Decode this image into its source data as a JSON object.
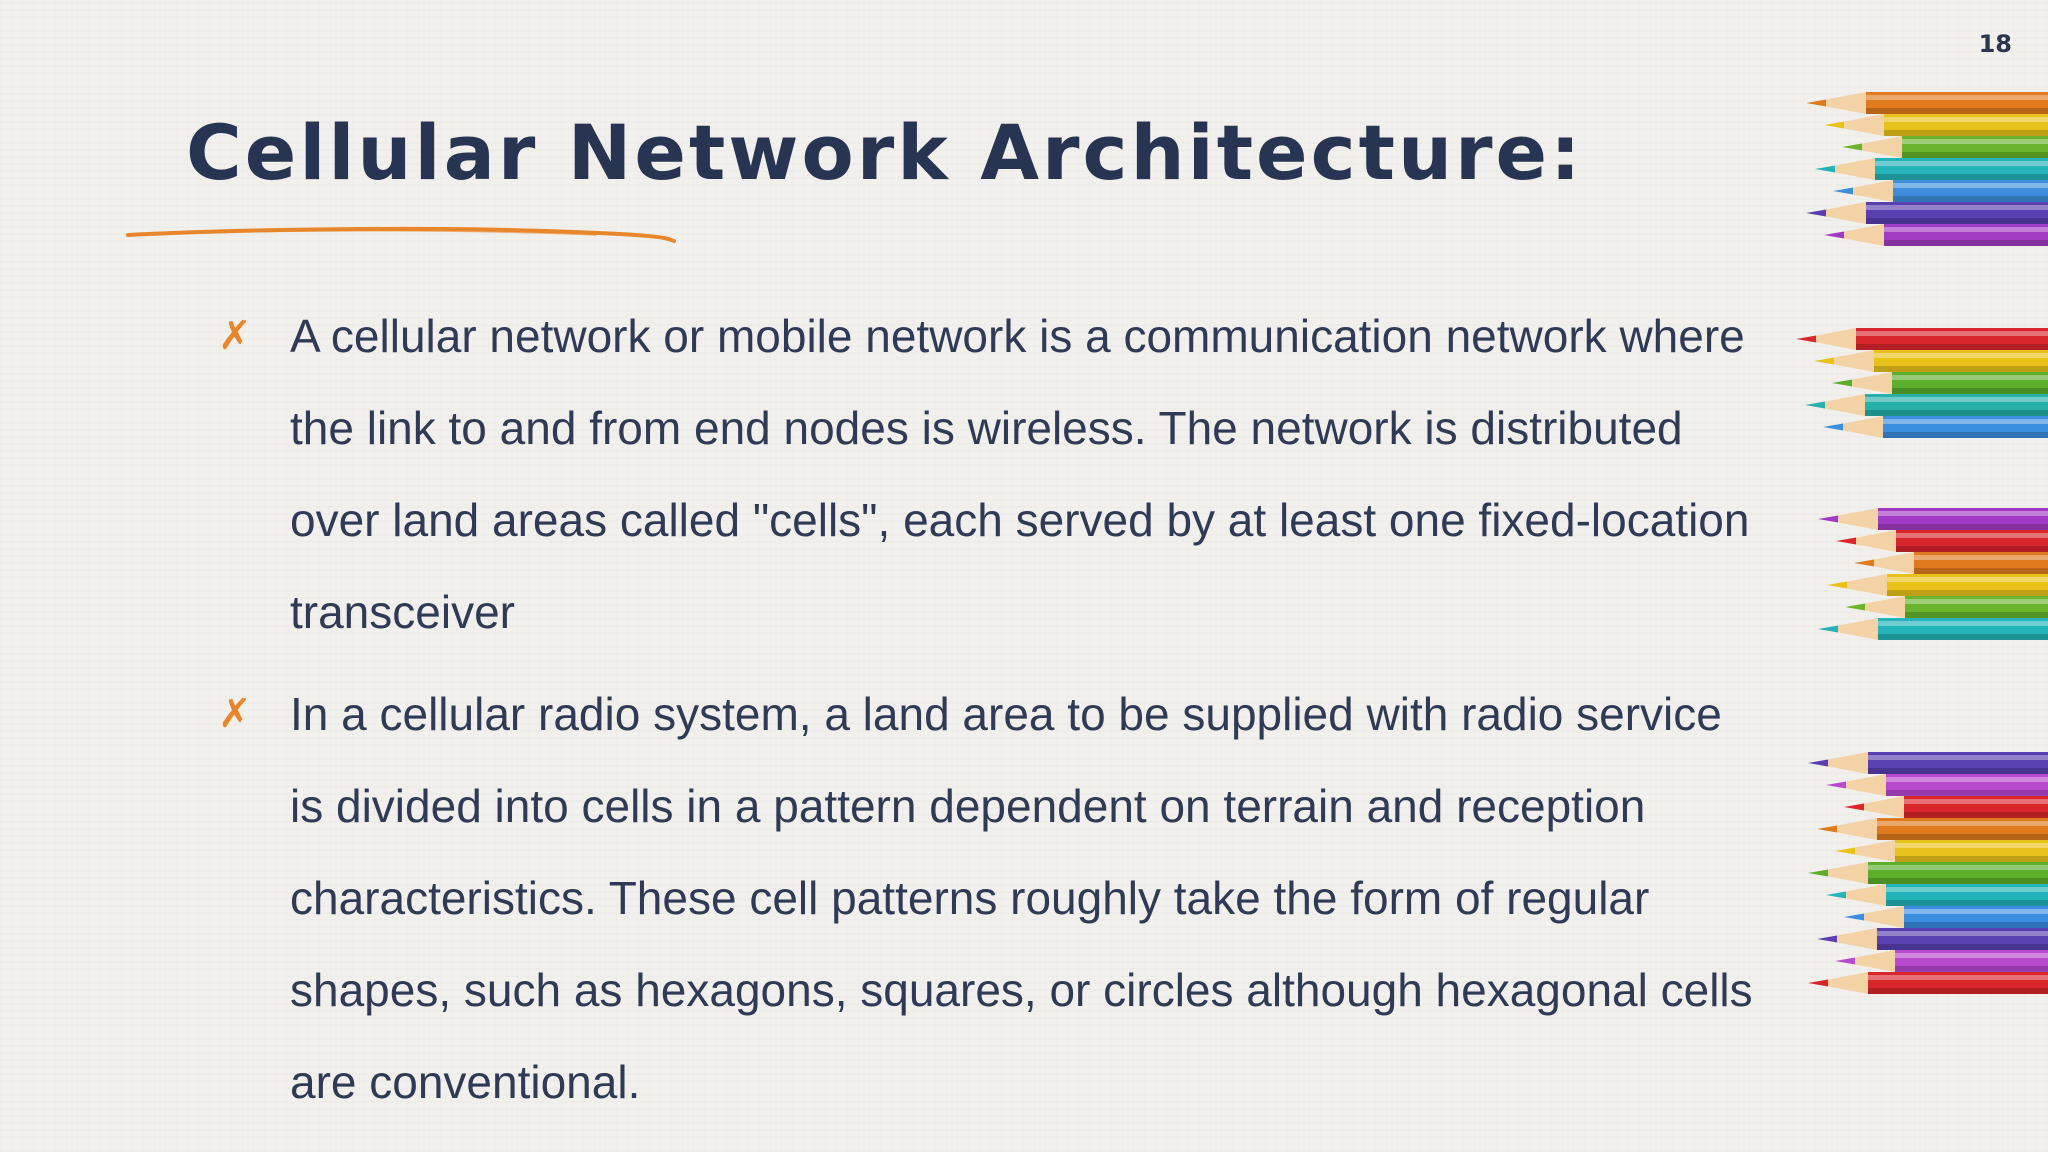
{
  "slide": {
    "page_number": "18",
    "title": "Cellular Network Architecture:",
    "bullet_marker": "✗",
    "bullets": [
      "A cellular network or mobile network is a communication network where the link to and from end nodes is wireless. The network is distributed over land areas called \"cells\", each served by at least one fixed-location transceiver",
      "In a cellular radio system, a land area to be supplied with radio service is divided into cells in a pattern dependent on terrain and reception characteristics. These cell patterns roughly take the form of regular shapes, such as hexagons, squares, or circles although hexagonal cells are conventional."
    ]
  },
  "colors": {
    "title": "#273552",
    "text": "#2f3a56",
    "accent": "#e8862b",
    "background": "#f2f0ed"
  },
  "pencil_colors": [
    "#e07a1f",
    "#e8c21a",
    "#6ab42e",
    "#23b3b8",
    "#3d8fdc",
    "#5a3fb0",
    "#a23bc4",
    "#d8262c",
    "#e8c21a",
    "#5cae2b",
    "#27b0a8",
    "#3b8ee0",
    "#a23bc4",
    "#d8262c",
    "#e07a1f",
    "#e8c21a",
    "#6ab42e",
    "#23b3b8",
    "#5a3fb0",
    "#b84ad0",
    "#d8262c",
    "#e07a1f",
    "#e8c21a",
    "#5cae2b",
    "#23b3b8",
    "#3b8ee0",
    "#5a3fb0",
    "#b84ad0",
    "#d8262c"
  ]
}
